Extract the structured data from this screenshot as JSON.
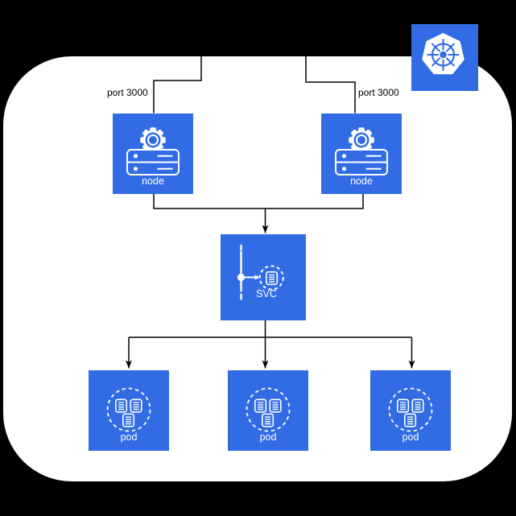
{
  "colors": {
    "background": "#000000",
    "canvas": "#ffffff",
    "accent_blue": "#326ce5",
    "line": "#000000",
    "label_on_blue": "#ffffff",
    "label_on_white": "#000000"
  },
  "edges": {
    "port_label_left": "port 3000",
    "port_label_right": "port 3000"
  },
  "nodes": {
    "node_left_label": "node",
    "node_right_label": "node",
    "svc_label": "SVC",
    "pod_left_label": "pod",
    "pod_middle_label": "pod",
    "pod_right_label": "pod"
  },
  "icons": {
    "kubernetes_logo": "kubernetes-wheel-icon",
    "node": "gear-server-icon",
    "svc": "service-icon",
    "pod": "pod-containers-icon"
  }
}
